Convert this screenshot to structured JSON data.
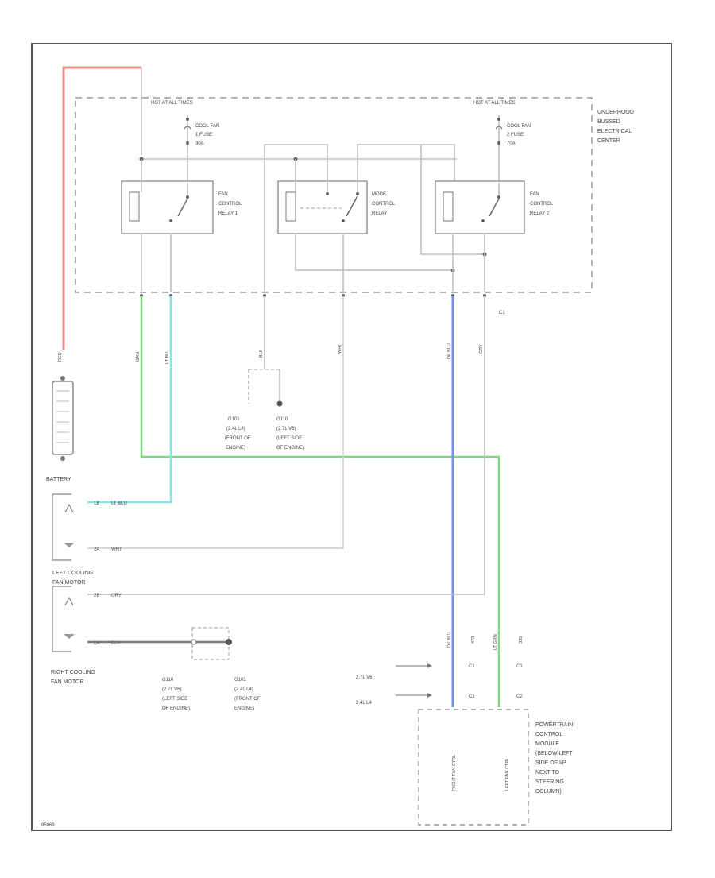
{
  "underhood_center": {
    "label_lines": [
      "UNDERHOOD",
      "BUSSED",
      "ELECTRICAL",
      "CENTER"
    ],
    "hot_at_all_times_left": "HOT AT ALL TIMES",
    "hot_at_all_times_right": "HOT AT ALL TIMES"
  },
  "fuses": {
    "left": [
      "COOL FAN",
      "1 FUSE",
      "30A"
    ],
    "right": [
      "COOL FAN",
      "2 FUSE",
      "70A"
    ]
  },
  "relays": {
    "relay1": [
      "FAN",
      "CONTROL",
      "RELAY 1"
    ],
    "mode": [
      "MODE",
      "CONTROL",
      "RELAY"
    ],
    "relay2": [
      "FAN",
      "CONTROL",
      "RELAY 2"
    ]
  },
  "battery": {
    "label": "BATTERY",
    "wire": "RED"
  },
  "motors": {
    "left": {
      "label_lines": [
        "LEFT COOLING",
        "FAN MOTOR"
      ],
      "pin_a": "1B",
      "wire_a": "LT BLU",
      "pin_b": "2A",
      "wire_b": "WHT"
    },
    "right": {
      "label_lines": [
        "RIGHT COOLING",
        "FAN MOTOR"
      ],
      "pin_a": "2B",
      "wire_a": "GRY",
      "pin_b": "2A",
      "wire_b": "BLK"
    }
  },
  "wires": {
    "w1": "GRN",
    "w2": "LT BLU",
    "w3": "BLK",
    "w4": "WHT",
    "w5": "DK BLU",
    "w6": "GRY",
    "conn": "C1"
  },
  "grounds": {
    "g101_upper": [
      "G101",
      "(2.4L L4)",
      "(FRONT OF",
      "ENGINE)"
    ],
    "g110_upper": [
      "G110",
      "(2.7L V6)",
      "(LEFT SIDE",
      "OF ENGINE)"
    ],
    "g110_lower": [
      "G110",
      "(2.7L V6)",
      "(LEFT SIDE",
      "OF ENGINE)"
    ],
    "g101_lower": [
      "G101",
      "(2.4L L4)",
      "(FRONT OF",
      "ENGINE)"
    ]
  },
  "pcm": {
    "label_lines": [
      "POWERTRAIN",
      "CONTROL",
      "MODULE",
      "(BELOW LEFT",
      "SIDE OF I/P",
      "NEXT TO",
      "STEERING",
      "COLUMN)"
    ],
    "engine_v6": "2.7L V6",
    "engine_l4": "2.4L L4",
    "wire_dkblu": "DK BLU",
    "wire_grn": "LT GRN",
    "pin_col1": [
      "C1",
      "C1"
    ],
    "pin_col2": [
      "C1",
      "C2"
    ],
    "circuit_1": "473",
    "circuit_2": "335",
    "pin_label_1": "RIGHT FAN CTRL",
    "pin_label_2": "LEFT FAN CTRL"
  },
  "footer_code": "95069"
}
